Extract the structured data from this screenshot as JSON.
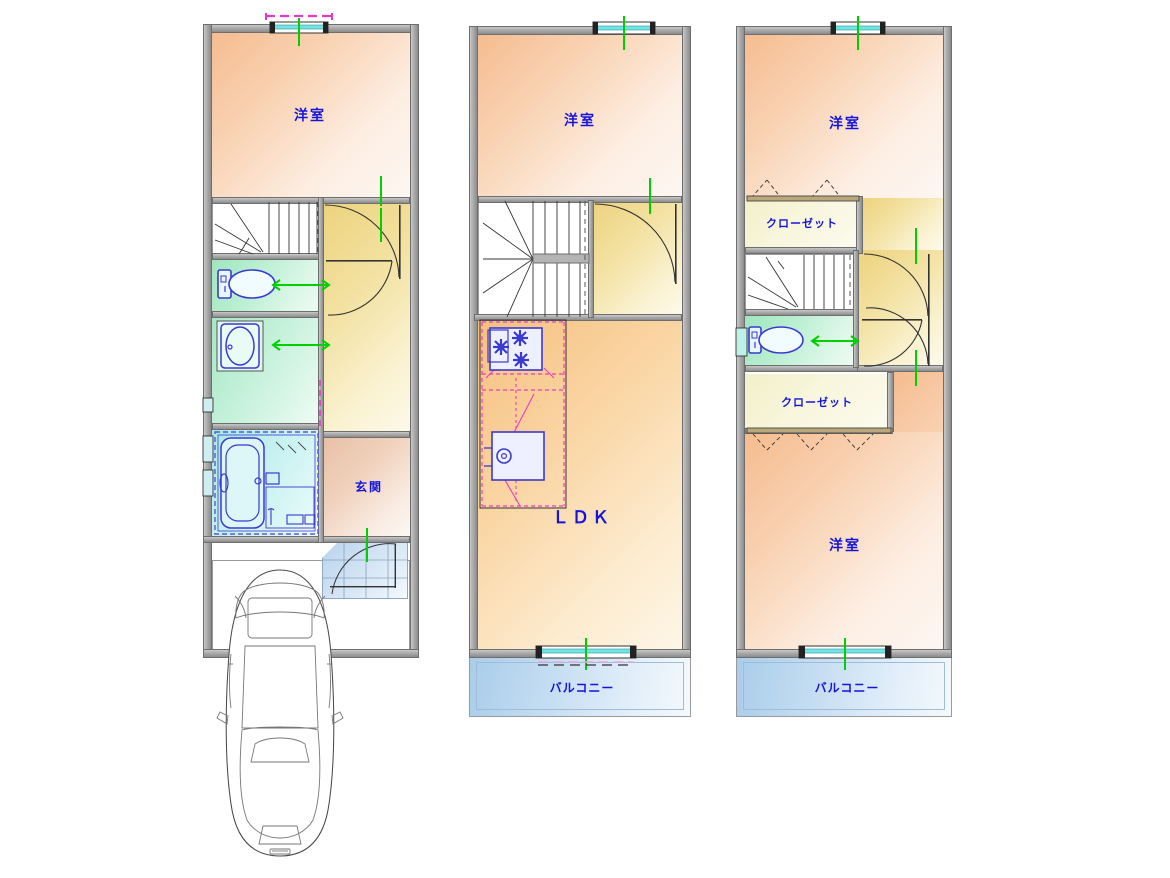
{
  "document": {
    "type": "floor-plan",
    "title": "間取図",
    "panel_count": 3,
    "background": "#ffffff"
  },
  "palette": {
    "label_text": "#1414dc",
    "wall": "#a8a8a8",
    "wall_outline": "#6e6e6e",
    "room_western": "#f5bb8e",
    "room_ldk": "#f6c07f",
    "hallway": "#ecd27c",
    "closet": "#f2f0c8",
    "toilet": "#9fe6bf",
    "washroom": "#a6e8c6",
    "bathroom": "#a8e8e8",
    "entrance": "#e8bfa4",
    "balcony": "#a9cdea",
    "porch": "#b8d4ec",
    "fixture_blue": "#3a3ad0",
    "direction_arrow": "#00d000",
    "eaves_dash": "#e838c8",
    "kitchen_magenta": "#ee3cc0"
  },
  "panels": [
    {
      "id": "floor-1",
      "name": "first-floor-plan",
      "rooms": [
        {
          "key": "bedroom",
          "label": "洋室",
          "type": "western-room"
        },
        {
          "key": "toilet",
          "label": "",
          "type": "toilet"
        },
        {
          "key": "washroom",
          "label": "",
          "type": "washroom"
        },
        {
          "key": "bathroom",
          "label": "",
          "type": "bathroom"
        },
        {
          "key": "entrance",
          "label": "玄関",
          "type": "entrance"
        },
        {
          "key": "hallway",
          "label": "",
          "type": "hallway"
        },
        {
          "key": "stairs",
          "label": "",
          "type": "stairs"
        },
        {
          "key": "garage",
          "label": "",
          "type": "garage"
        }
      ],
      "fixtures": [
        "toilet-bowl",
        "washbasin",
        "bathtub",
        "car",
        "entrance-door",
        "stairs"
      ]
    },
    {
      "id": "floor-2",
      "name": "second-floor-plan",
      "rooms": [
        {
          "key": "bedroom",
          "label": "洋室",
          "type": "western-room"
        },
        {
          "key": "ldk",
          "label": "ＬＤＫ",
          "type": "living-dining-kitchen"
        },
        {
          "key": "balcony",
          "label": "バルコニー",
          "type": "balcony"
        },
        {
          "key": "hallway",
          "label": "",
          "type": "hallway"
        },
        {
          "key": "stairs",
          "label": "",
          "type": "stairs"
        }
      ],
      "fixtures": [
        "gas-stove",
        "kitchen-sink",
        "stairs",
        "window"
      ]
    },
    {
      "id": "floor-3",
      "name": "third-floor-plan",
      "rooms": [
        {
          "key": "bedroom-upper",
          "label": "洋室",
          "type": "western-room"
        },
        {
          "key": "closet-upper",
          "label": "クローゼット",
          "type": "closet"
        },
        {
          "key": "closet-lower",
          "label": "クローゼット",
          "type": "closet"
        },
        {
          "key": "bedroom-lower",
          "label": "洋室",
          "type": "western-room"
        },
        {
          "key": "toilet",
          "label": "",
          "type": "toilet"
        },
        {
          "key": "hallway",
          "label": "",
          "type": "hallway"
        },
        {
          "key": "stairs",
          "label": "",
          "type": "stairs"
        },
        {
          "key": "balcony",
          "label": "バルコニー",
          "type": "balcony"
        }
      ],
      "fixtures": [
        "toilet-bowl",
        "stairs",
        "folding-closet-doors",
        "window"
      ]
    }
  ],
  "labels": {
    "western_room": "洋室",
    "ldk": "ＬＤＫ",
    "balcony": "バルコニー",
    "closet": "クローゼット",
    "entrance": "玄関"
  },
  "icons": {
    "toilet": "toilet-icon",
    "bathtub": "bathtub-icon",
    "washbasin": "washbasin-icon",
    "stove": "gas-stove-icon",
    "sink": "kitchen-sink-icon",
    "car": "car-icon",
    "stairs": "stairs-icon",
    "door_swing": "door-swing-icon",
    "window": "window-icon",
    "direction_arrow": "direction-arrow-icon",
    "folding_door": "folding-door-icon"
  }
}
